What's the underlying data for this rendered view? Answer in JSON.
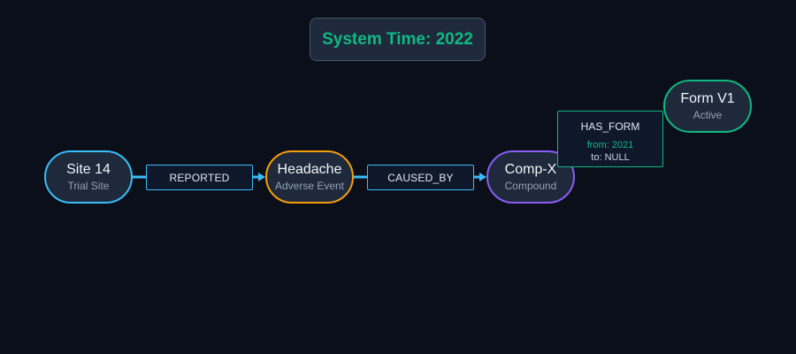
{
  "title": "System Time: 2022",
  "colors": {
    "background": "#0b0f19",
    "node_fill": "#1e293b",
    "edge": "#38bdf8",
    "site": "#38bdf8",
    "adverse_event": "#f59e0b",
    "compound": "#8b5cf6",
    "form": "#10b981",
    "accent": "#10b981"
  },
  "nodes": {
    "site": {
      "label": "Site 14",
      "type": "Trial Site"
    },
    "event": {
      "label": "Headache",
      "type": "Adverse Event"
    },
    "compound": {
      "label": "Comp-X",
      "type": "Compound"
    },
    "form": {
      "label": "Form V1",
      "type": "Active"
    }
  },
  "edges": {
    "reported": {
      "label": "REPORTED"
    },
    "caused_by": {
      "label": "CAUSED_BY"
    },
    "has_form": {
      "label": "HAS_FORM",
      "from": "from: 2021",
      "to": "to: NULL"
    }
  }
}
